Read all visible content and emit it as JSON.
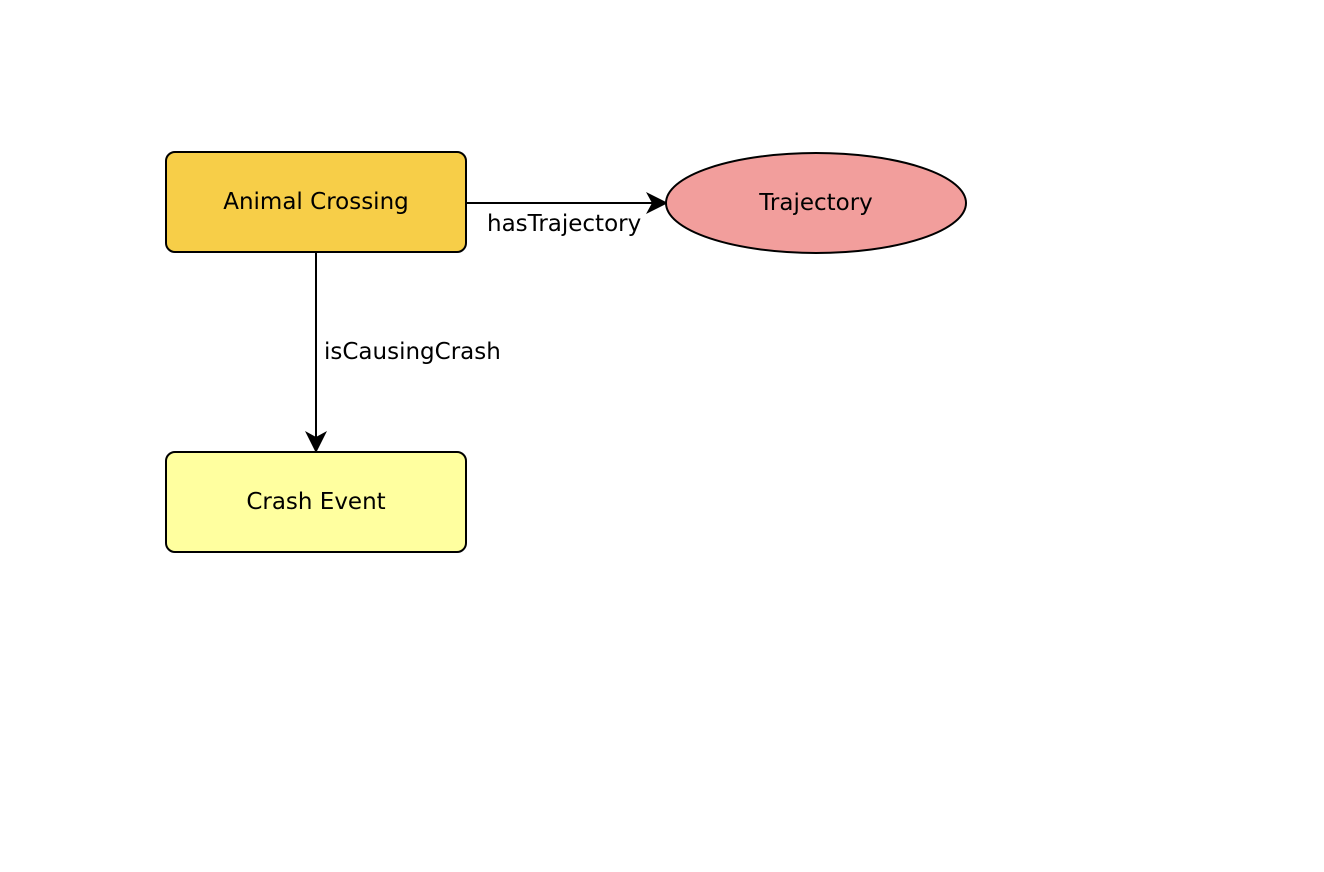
{
  "nodes": {
    "animal_crossing": {
      "label": "Animal Crossing",
      "fill": "#f7ce48",
      "shape": "rounded-rect"
    },
    "trajectory": {
      "label": "Trajectory",
      "fill": "#f29e9c",
      "shape": "ellipse"
    },
    "crash_event": {
      "label": "Crash Event",
      "fill": "#ffff9f",
      "shape": "rounded-rect"
    }
  },
  "edges": {
    "has_trajectory": {
      "label": "hasTrajectory",
      "from": "Animal Crossing",
      "to": "Trajectory"
    },
    "is_causing_crash": {
      "label": "isCausingCrash",
      "from": "Animal Crossing",
      "to": "Crash Event"
    }
  },
  "stroke_color": "#000000"
}
